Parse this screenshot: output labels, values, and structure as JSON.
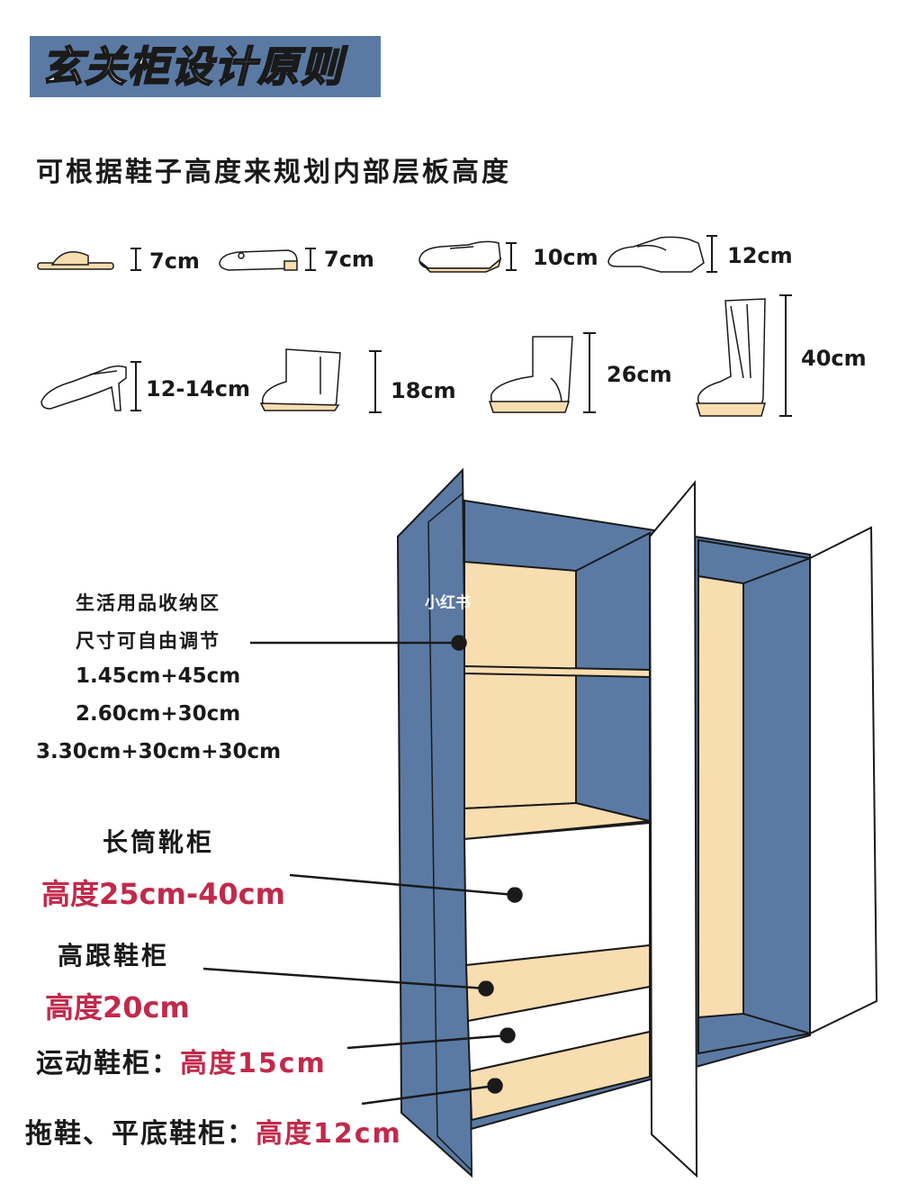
{
  "title": "玄关柜设计原则",
  "subtitle": "可根据鞋子高度来规划内部层板高度",
  "shoes": [
    {
      "name": "slipper-icon",
      "height_label": "7cm"
    },
    {
      "name": "flat-shoe-icon",
      "height_label": "7cm"
    },
    {
      "name": "sneaker-icon",
      "height_label": "10cm"
    },
    {
      "name": "loafer-icon",
      "height_label": "12cm"
    },
    {
      "name": "high-heel-icon",
      "height_label": "12-14cm"
    },
    {
      "name": "ankle-boot-icon",
      "height_label": "18cm"
    },
    {
      "name": "mid-boot-icon",
      "height_label": "26cm"
    },
    {
      "name": "tall-boot-icon",
      "height_label": "40cm"
    }
  ],
  "storage_zone": {
    "line1": "生活用品收纳区",
    "line2": "尺寸可自由调节",
    "options": [
      "1.45cm+45cm",
      "2.60cm+30cm",
      "3.30cm+30cm+30cm"
    ]
  },
  "cabinets": {
    "boot": {
      "name": "长筒靴柜",
      "height": "高度25cm-40cm"
    },
    "heels": {
      "name": "高跟鞋柜",
      "height": "高度20cm"
    },
    "sports": {
      "name": "运动鞋柜：",
      "height": "高度15cm"
    },
    "slippers": {
      "name": "拖鞋、平底鞋柜：",
      "height": "高度12cm"
    }
  },
  "watermark": "小红书",
  "colors": {
    "blue": "#5a7aa4",
    "wood": "#f8ddb0",
    "accent_red": "#c2294a",
    "outline": "#1a1a1a"
  }
}
